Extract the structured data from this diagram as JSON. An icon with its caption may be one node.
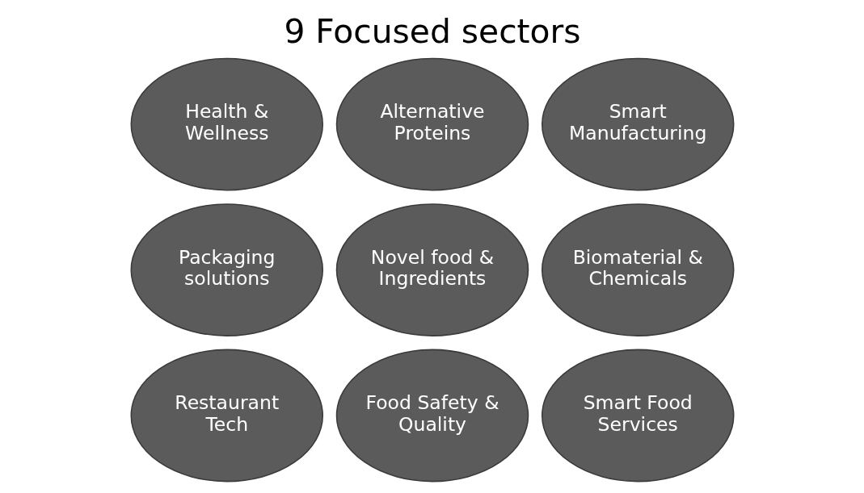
{
  "diagram": {
    "title": "9 Focused sectors",
    "nodes": [
      {
        "text": [
          "Health & Wellness"
        ]
      },
      {
        "text": [
          "Alternative Proteins"
        ]
      },
      {
        "text": [
          "Smart Manufacturing"
        ]
      },
      {
        "text": [
          "Packaging solutions"
        ]
      },
      {
        "text": [
          "Novel food & Ingredients"
        ]
      },
      {
        "text": [
          "Biomaterial & Chemicals"
        ]
      },
      {
        "text": [
          "Restaurant Tech"
        ]
      },
      {
        "text": [
          "Food Safety & Quality"
        ]
      },
      {
        "text": [
          "Smart Food Services"
        ]
      }
    ],
    "edges": []
  }
}
